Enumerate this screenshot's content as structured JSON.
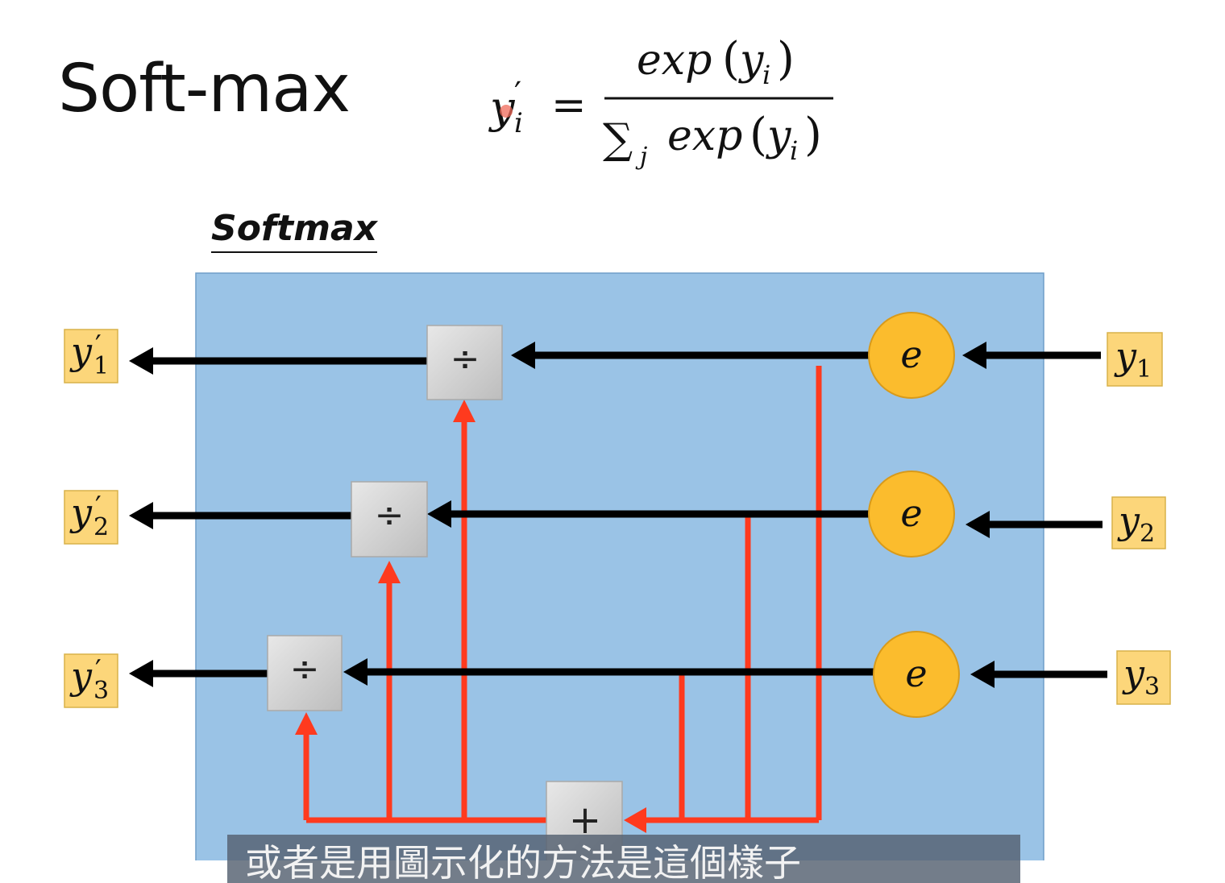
{
  "title": "Soft-max",
  "diagram_title": "Softmax",
  "formula": {
    "lhs": "y",
    "lhs_sub": "i",
    "prime": "′",
    "numerator_func": "exp",
    "numerator_arg": "y",
    "numerator_sub": "i",
    "sum_symbol": "∑",
    "sum_sub": "j",
    "denominator_func": "exp",
    "denominator_arg": "y",
    "denominator_sub": "i"
  },
  "inputs": [
    {
      "var": "y",
      "sub": "1"
    },
    {
      "var": "y",
      "sub": "2"
    },
    {
      "var": "y",
      "sub": "3"
    }
  ],
  "outputs": [
    {
      "var": "y",
      "sub": "1",
      "prime": "′"
    },
    {
      "var": "y",
      "sub": "2",
      "prime": "′"
    },
    {
      "var": "y",
      "sub": "3",
      "prime": "′"
    }
  ],
  "exp_nodes": [
    "e",
    "e",
    "e"
  ],
  "divide_symbol": "÷",
  "sum_node_symbol": "+",
  "caption": "或者是用圖示化的方法是這個樣子",
  "colors": {
    "panel_fill": "#9ac3e6",
    "exp_node_fill": "#fbbc2d",
    "label_fill": "#fcd67a",
    "operator_fill": "#cfcfcf",
    "sum_arrow": "#ff3a1e",
    "signal_arrow": "#000000"
  }
}
